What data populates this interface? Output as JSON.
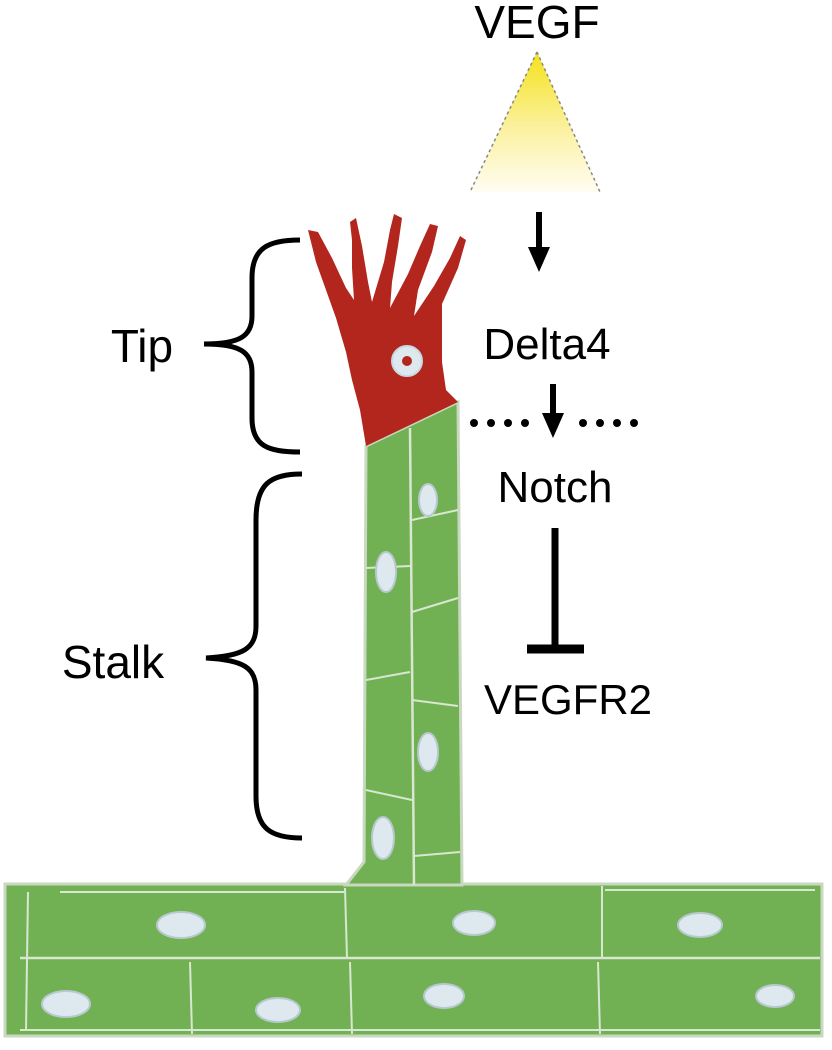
{
  "labels": {
    "vegf": "VEGF",
    "delta4": "Delta4",
    "notch": "Notch",
    "vegfr2": "VEGFR2",
    "tip": "Tip",
    "stalk": "Stalk"
  },
  "colors": {
    "tip_cell": "#b3261e",
    "stalk_cell": "#72b153",
    "cell_border": "#d9e6d1",
    "nucleus": "#dde9ee",
    "gradient_top": "#f4e21a",
    "gradient_bottom": "#fffbe6",
    "text": "#000000"
  }
}
